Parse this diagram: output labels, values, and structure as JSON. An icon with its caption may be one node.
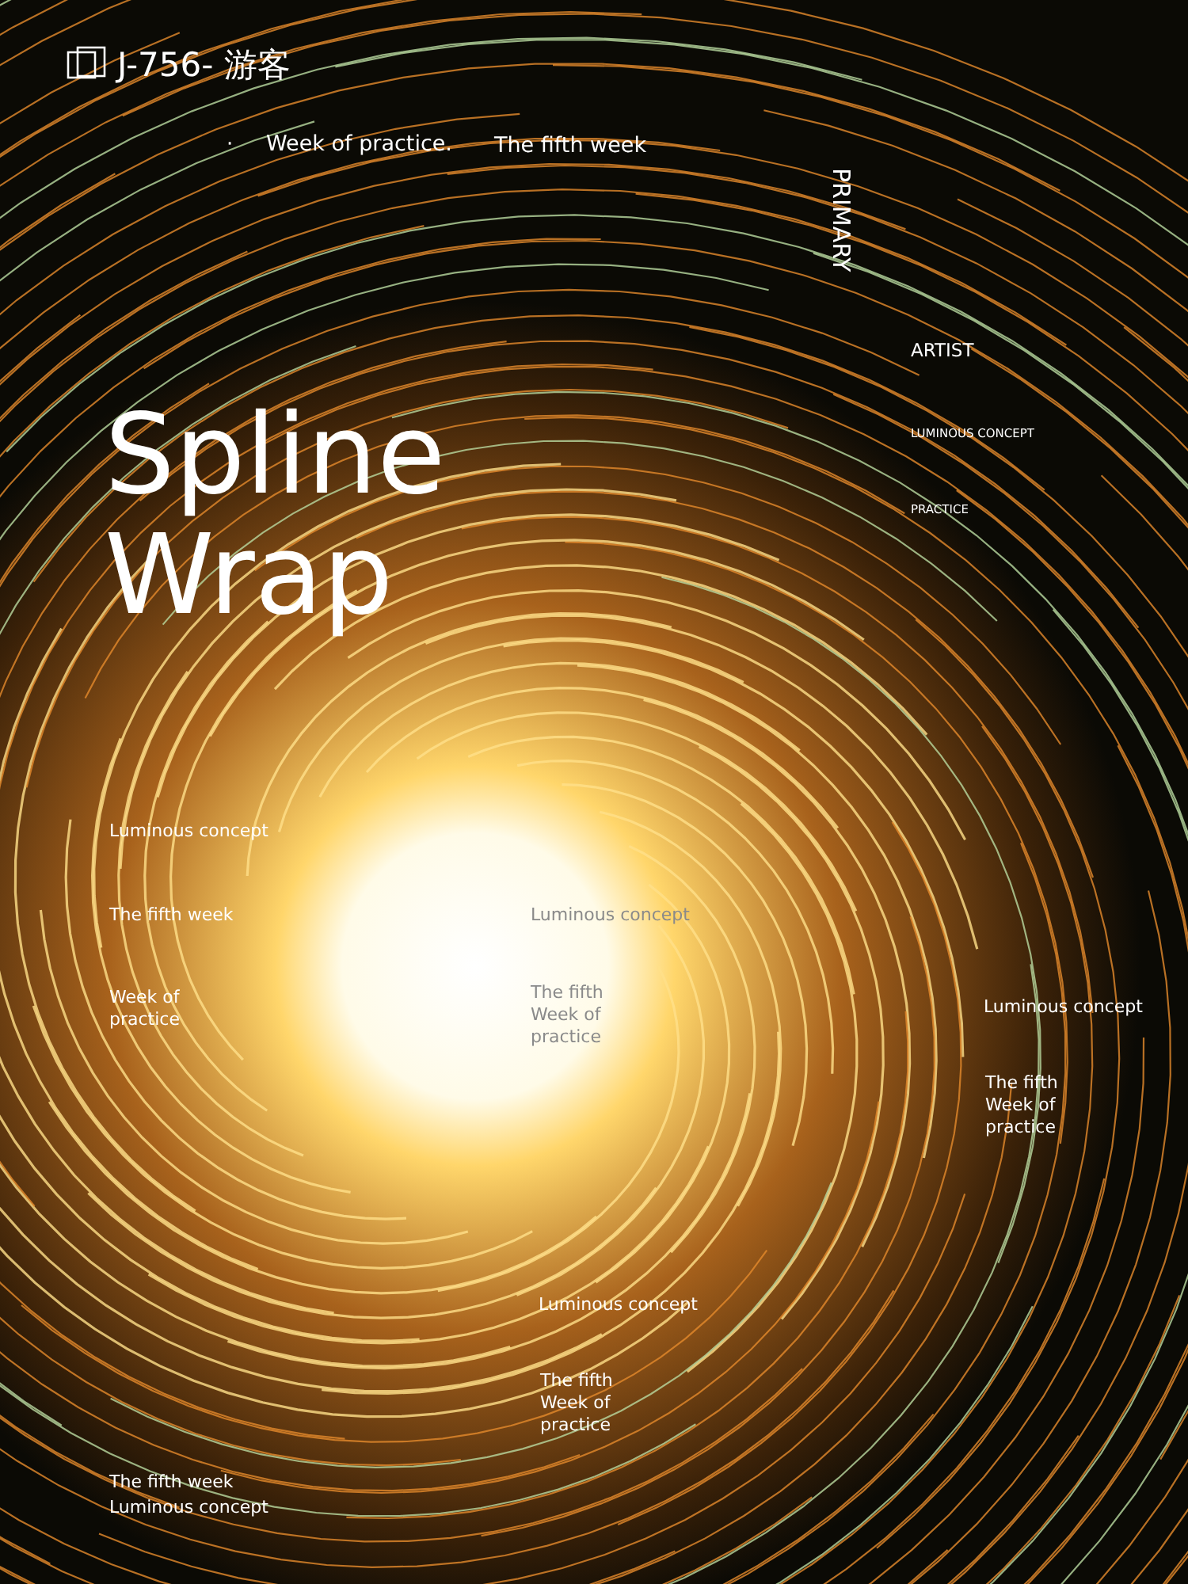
{
  "diagram": {
    "title": "Spline Wrap",
    "labels": [
      "J-756- 游客",
      "·",
      "Week of practice.",
      "The fifth week",
      "PRIMARY",
      "ARTIST",
      "LUMINOUS CONCEPT",
      "PRACTICE",
      "Luminous concept",
      "The fifth week",
      "Luminous concept",
      "Week of practice",
      "The fifth Week of practice",
      "Luminous concept",
      "The fifth Week of practice",
      "Luminous concept",
      "The fifth Week of practice",
      "The fifth week",
      "Luminous concept"
    ]
  }
}
